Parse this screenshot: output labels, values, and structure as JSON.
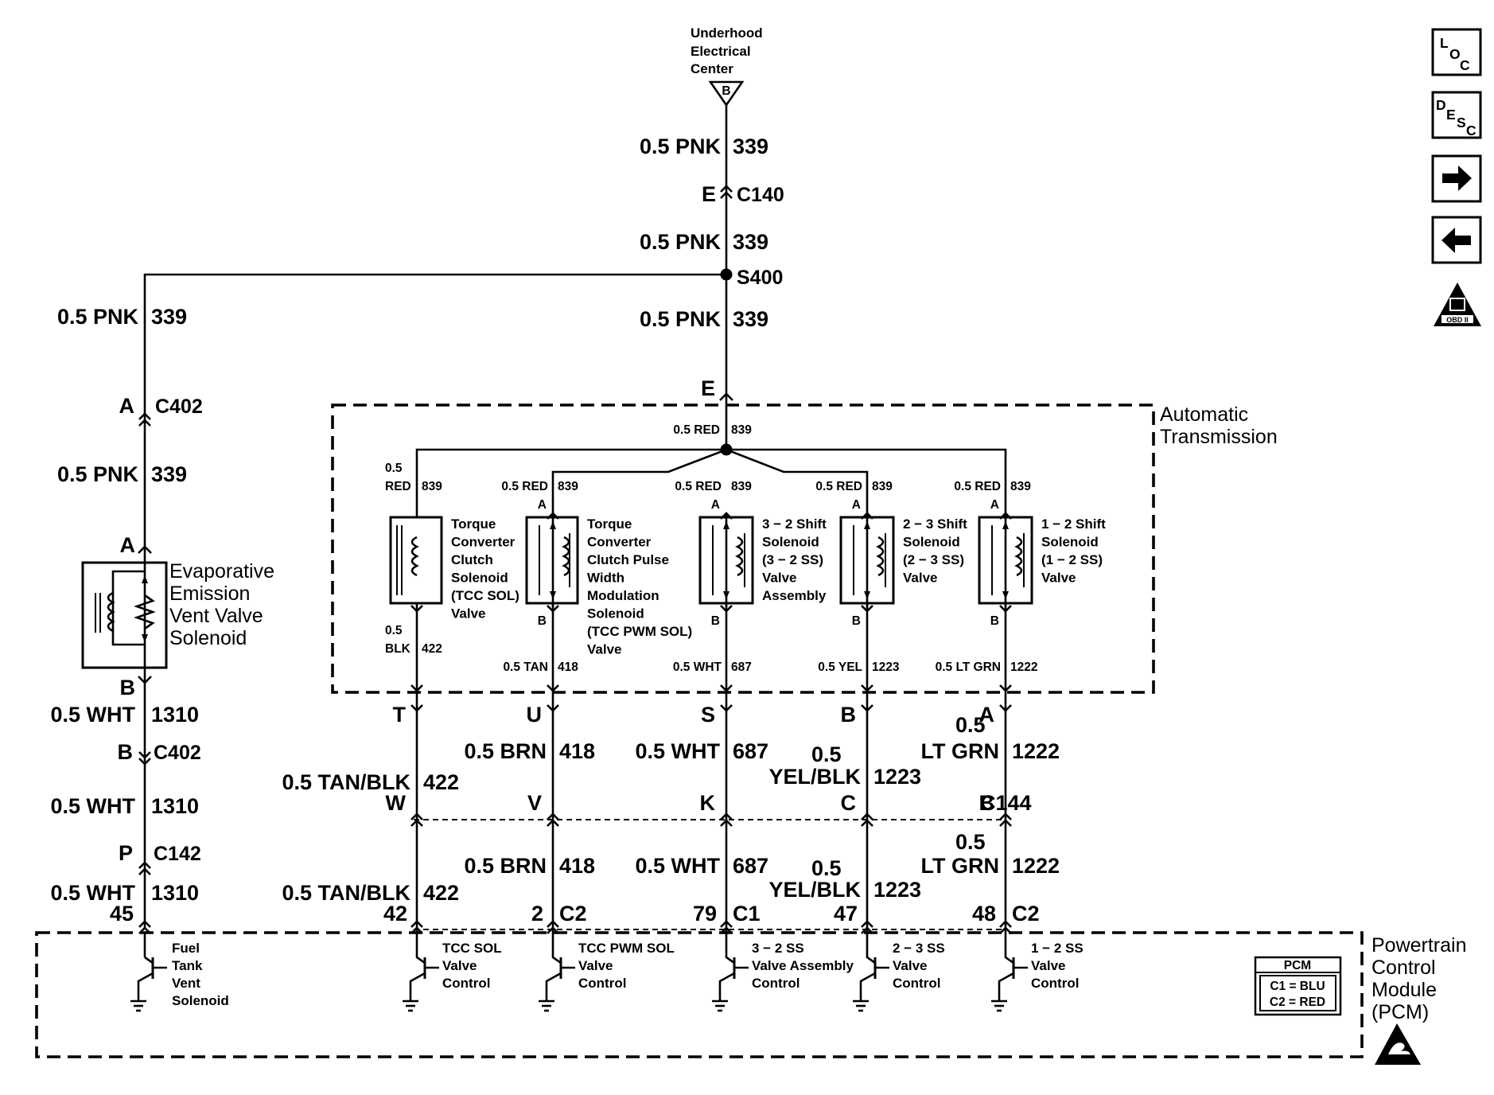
{
  "underhood": [
    "Underhood",
    "Electrical",
    "Center"
  ],
  "underhood_pin": "B",
  "main": {
    "wire1": {
      "gauge": "0.5 PNK",
      "circuit": "339"
    },
    "c140": {
      "pin": "E",
      "name": "C140"
    },
    "wire2": {
      "gauge": "0.5 PNK",
      "circuit": "339"
    },
    "splice": "S400",
    "wire3": {
      "gauge": "0.5 PNK",
      "circuit": "339"
    },
    "trans_pin": "E",
    "red_label": {
      "gauge": "0.5 RED",
      "circuit": "839"
    }
  },
  "evap": {
    "wire_top": {
      "gauge": "0.5 PNK",
      "circuit": "339"
    },
    "c402a": {
      "pin": "A",
      "name": "C402"
    },
    "wire_mid": {
      "gauge": "0.5 PNK",
      "circuit": "339"
    },
    "pin_a": "A",
    "name": [
      "Evaporative",
      "Emission",
      "Vent Valve",
      "Solenoid"
    ],
    "pin_b": "B",
    "wire_b": {
      "gauge": "0.5 WHT",
      "circuit": "1310"
    },
    "c402b": {
      "pin": "B",
      "name": "C402"
    },
    "wire_c": {
      "gauge": "0.5 WHT",
      "circuit": "1310"
    },
    "c142": {
      "pin": "P",
      "name": "C142"
    },
    "wire_d": {
      "gauge": "0.5 WHT",
      "circuit": "1310"
    },
    "pcm_pin": "45",
    "pcm_desc": [
      "Fuel",
      "Tank",
      "Vent",
      "Solenoid"
    ]
  },
  "trans_label": [
    "Automatic",
    "Transmission"
  ],
  "solenoids": [
    {
      "top_gauge": [
        "0.5",
        "RED"
      ],
      "top_circuit": "839",
      "top_pin": "",
      "name": [
        "Torque",
        "Converter",
        "Clutch",
        "Solenoid",
        "(TCC SOL)",
        "Valve"
      ],
      "bot_pin": "",
      "bot_gauge": [
        "0.5",
        "BLK"
      ],
      "bot_circuit": "422",
      "conn_pin": "T",
      "wire1_gauge": [
        "0.5 TAN/BLK"
      ],
      "wire1_circuit": "422",
      "c144_pin": "W",
      "wire2_gauge": [
        "0.5 TAN/BLK"
      ],
      "wire2_circuit": "422",
      "pcm_pin": "42",
      "pcm_conn": "",
      "pcm_desc": [
        "TCC SOL",
        "Valve",
        "Control"
      ]
    },
    {
      "top_gauge": [
        "0.5 RED"
      ],
      "top_circuit": "839",
      "top_pin": "A",
      "name": [
        "Torque",
        "Converter",
        "Clutch Pulse",
        "Width",
        "Modulation",
        "Solenoid",
        "(TCC PWM SOL)",
        "Valve"
      ],
      "bot_pin": "B",
      "bot_gauge": [
        "0.5 TAN"
      ],
      "bot_circuit": "418",
      "conn_pin": "U",
      "wire1_gauge": [
        "0.5 BRN"
      ],
      "wire1_circuit": "418",
      "c144_pin": "V",
      "wire2_gauge": [
        "0.5 BRN"
      ],
      "wire2_circuit": "418",
      "pcm_pin": "2",
      "pcm_conn": "C2",
      "pcm_desc": [
        "TCC PWM SOL",
        "Valve",
        "Control"
      ]
    },
    {
      "top_gauge": [
        "0.5 RED"
      ],
      "top_circuit": "839",
      "top_pin": "A",
      "name": [
        "3 − 2 Shift",
        "Solenoid",
        "(3 − 2 SS)",
        "Valve",
        "Assembly"
      ],
      "bot_pin": "B",
      "bot_gauge": [
        "0.5 WHT"
      ],
      "bot_circuit": "687",
      "conn_pin": "S",
      "wire1_gauge": [
        "0.5 WHT"
      ],
      "wire1_circuit": "687",
      "c144_pin": "K",
      "wire2_gauge": [
        "0.5 WHT"
      ],
      "wire2_circuit": "687",
      "pcm_pin": "79",
      "pcm_conn": "C1",
      "pcm_desc": [
        "3 − 2 SS",
        "Valve Assembly",
        "Control"
      ]
    },
    {
      "top_gauge": [
        "0.5 RED"
      ],
      "top_circuit": "839",
      "top_pin": "A",
      "name": [
        "2 − 3 Shift",
        "Solenoid",
        "(2 − 3 SS)",
        "Valve"
      ],
      "bot_pin": "B",
      "bot_gauge": [
        "0.5 YEL"
      ],
      "bot_circuit": "1223",
      "conn_pin": "B",
      "wire1_gauge": [
        "0.5",
        "YEL/BLK"
      ],
      "wire1_circuit": "1223",
      "c144_pin": "C",
      "wire2_gauge": [
        "0.5",
        "YEL/BLK"
      ],
      "wire2_circuit": "1223",
      "pcm_pin": "47",
      "pcm_conn": "",
      "pcm_desc": [
        "2 − 3 SS",
        "Valve",
        "Control"
      ]
    },
    {
      "top_gauge": [
        "0.5 RED"
      ],
      "top_circuit": "839",
      "top_pin": "A",
      "name": [
        "1 − 2 Shift",
        "Solenoid",
        "(1 − 2 SS)",
        "Valve"
      ],
      "bot_pin": "B",
      "bot_gauge": [
        "0.5 LT GRN"
      ],
      "bot_circuit": "1222",
      "conn_pin": "A",
      "wire1_gauge": [
        "0.5",
        "LT GRN"
      ],
      "wire1_circuit": "1222",
      "c144_pin": "B",
      "wire2_gauge": [
        "0.5",
        "LT GRN"
      ],
      "wire2_circuit": "1222",
      "pcm_pin": "48",
      "pcm_conn": "C2",
      "pcm_desc": [
        "1 − 2 SS",
        "Valve",
        "Control"
      ]
    }
  ],
  "c144_label": "C144",
  "pcm_label": [
    "Powertrain",
    "Control",
    "Module",
    "(PCM)"
  ],
  "pcm_table": {
    "title": "PCM",
    "rows": [
      "C1 = BLU",
      "C2 = RED"
    ]
  },
  "nav": {
    "loc": [
      "L",
      "O",
      "C"
    ],
    "desc": [
      "D",
      "E",
      "S",
      "C"
    ],
    "forward": "→",
    "back": "←",
    "obd": "OBD II"
  },
  "icons": {
    "loc": "location-icon",
    "desc": "description-icon",
    "forward": "arrow-right-icon",
    "back": "arrow-left-icon",
    "obd": "obd-ii-warning-icon",
    "esd": "esd-warning-icon"
  }
}
